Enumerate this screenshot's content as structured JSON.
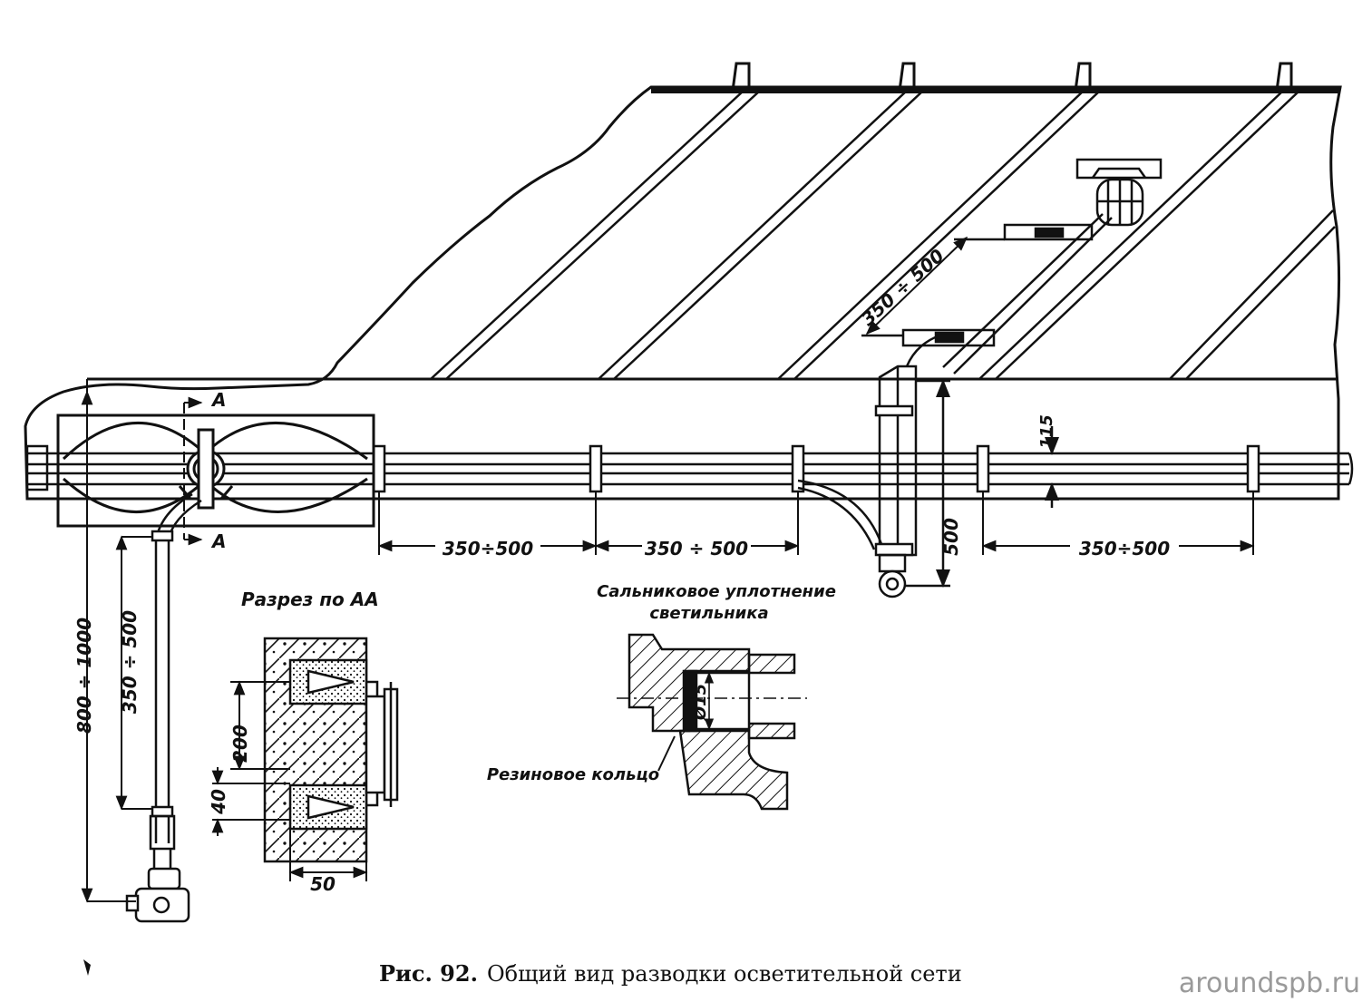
{
  "figure": {
    "caption_prefix": "Рис. 92.",
    "caption_text": "Общий вид разводки осветительной сети"
  },
  "labels": {
    "section_mark": "A",
    "section_title": "Разрез по АА",
    "gland_line1": "Сальниковое уплотнение",
    "gland_line2": "светильника",
    "rubber_ring": "Резиновое кольцо"
  },
  "dimensions": {
    "span_1": "350÷500",
    "span_2": "350 ÷ 500",
    "span_3": "350÷500",
    "deck_span": "350 ÷ 500",
    "riser_height": "500",
    "cable_offset": "115",
    "vertical_total": "800 ÷ 1000",
    "vertical_span": "350 ÷ 500",
    "section_200": "200",
    "section_40": "40",
    "section_50": "50",
    "gland_diameter": "Ø15"
  },
  "watermark": "aroundspb.ru"
}
